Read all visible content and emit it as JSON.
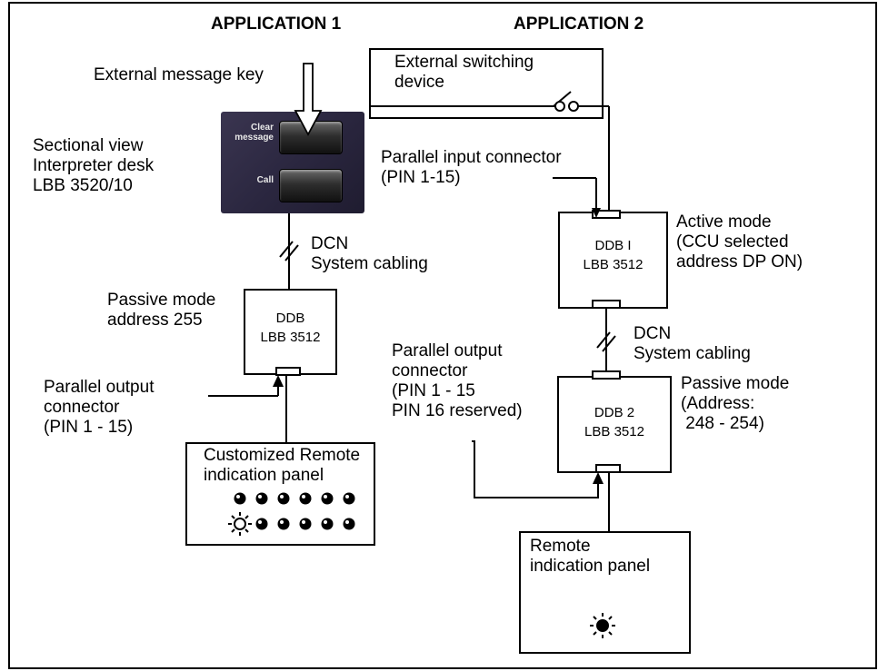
{
  "headers": {
    "app1": "APPLICATION 1",
    "app2": "APPLICATION 2"
  },
  "app1": {
    "external_key_label": "External message key",
    "desk_label": "Sectional view\nInterpreter desk\nLBB 3520/10",
    "desk_buttons": {
      "clear": "Clear\nmessage",
      "call": "Call"
    },
    "dcn_label": "DCN\nSystem cabling",
    "passive_label": "Passive mode\naddress 255",
    "ddb_box": "DDB\nLBB 3512",
    "output_label": "Parallel output\nconnector\n(PIN 1 - 15)",
    "panel_title": "Customized Remote\nindication panel"
  },
  "app2": {
    "switch_label": "External switching\ndevice",
    "input_label": "Parallel input connector\n(PIN 1-15)",
    "ddb1_box": "DDB I\nLBB 3512",
    "active_label": "Active mode\n(CCU selected\naddress DP ON)",
    "dcn_label": "DCN\nSystem cabling",
    "output_label": "Parallel output\nconnector\n(PIN 1 - 15\nPIN 16 reserved)",
    "ddb2_box": "DDB 2\nLBB 3512",
    "passive_label": "Passive mode\n(Address:\n 248 - 254)",
    "panel_title": "Remote\nindication panel"
  },
  "icons": [
    "down-arrow-icon",
    "lamp-on-icon",
    "lamp-off-icon",
    "switch-icon"
  ],
  "colors": {
    "line": "#000000",
    "desk_panel": "#2b2740"
  }
}
